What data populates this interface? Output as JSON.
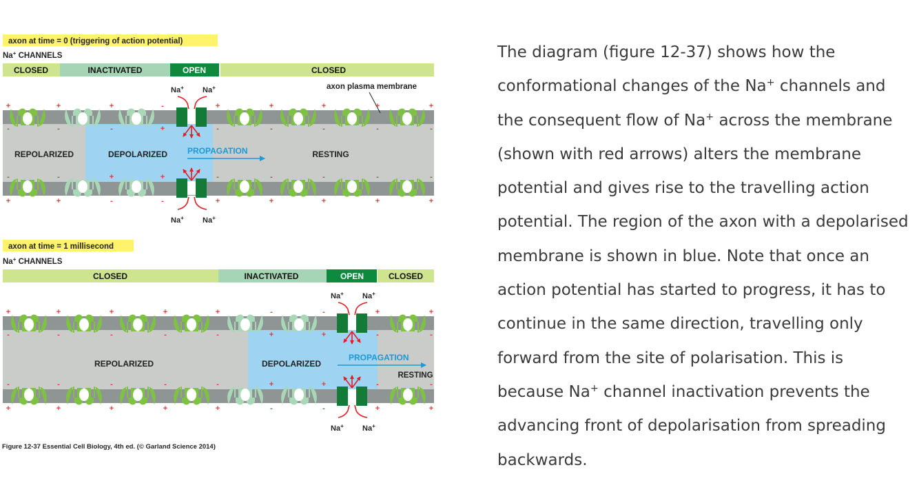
{
  "figure": {
    "panel1": {
      "time_label": "axon at time = 0 (triggering of action potential)",
      "channels_label": [
        "Na",
        "+",
        " CHANNELS"
      ],
      "state_bar": [
        "CLOSED",
        "INACTIVATED",
        "OPEN",
        "CLOSED"
      ],
      "membrane_label": "axon plasma membrane",
      "regions": [
        "REPOLARIZED",
        "DEPOLARIZED",
        "RESTING"
      ],
      "propagation": "PROPAGATION",
      "ion": "Na",
      "ion_charge": "+"
    },
    "panel2": {
      "time_label": "axon at time = 1 millisecond",
      "channels_label": [
        "Na",
        "+",
        " CHANNELS"
      ],
      "state_bar": [
        "CLOSED",
        "INACTIVATED",
        "OPEN",
        "CLOSED"
      ],
      "regions": [
        "REPOLARIZED",
        "DEPOLARIZED",
        "RESTING"
      ],
      "propagation": "PROPAGATION",
      "ion": "Na",
      "ion_charge": "+"
    },
    "credit": "Figure 12-37  Essential Cell Biology, 4th ed. (© Garland Science 2014)",
    "colors": {
      "highlight": "#fff36b",
      "bar_green": "#cfe48f",
      "bar_inactivated": "#a6d5b5",
      "bar_open": "#0e8a3e",
      "membrane": "#8f9595",
      "cytoplasm": "#c9ccc8",
      "depolarized": "#9fd3f2",
      "closed_channel": "#7ec242",
      "inactivated_channel": "#a9d8b6",
      "open_channel": "#137a37",
      "arrow_red": "#e41c23",
      "propagation_blue": "#1a9ad6",
      "plus_red": "#e03b3b"
    }
  },
  "caption": {
    "lines": [
      [
        "The diagram (figure 12-37) shows how the"
      ],
      [
        "conformational changes of the Na",
        "+",
        " channels and"
      ],
      [
        "the consequent flow of Na",
        "+",
        " across the membrane"
      ],
      [
        "(shown with red arrows) alters the membrane"
      ],
      [
        "potential and gives rise to the travelling action"
      ],
      [
        "potential. The region of the axon with a depolarised"
      ],
      [
        "membrane is shown in blue. Note that once an"
      ],
      [
        "action potential has started to progress, it has to"
      ],
      [
        "continue in the same direction, travelling only"
      ],
      [
        "forward from the site of polarisation. This is"
      ],
      [
        "because Na",
        "+",
        " channel inactivation prevents the"
      ],
      [
        "advancing front of depolarisation from spreading"
      ],
      [
        "backwards."
      ]
    ]
  }
}
